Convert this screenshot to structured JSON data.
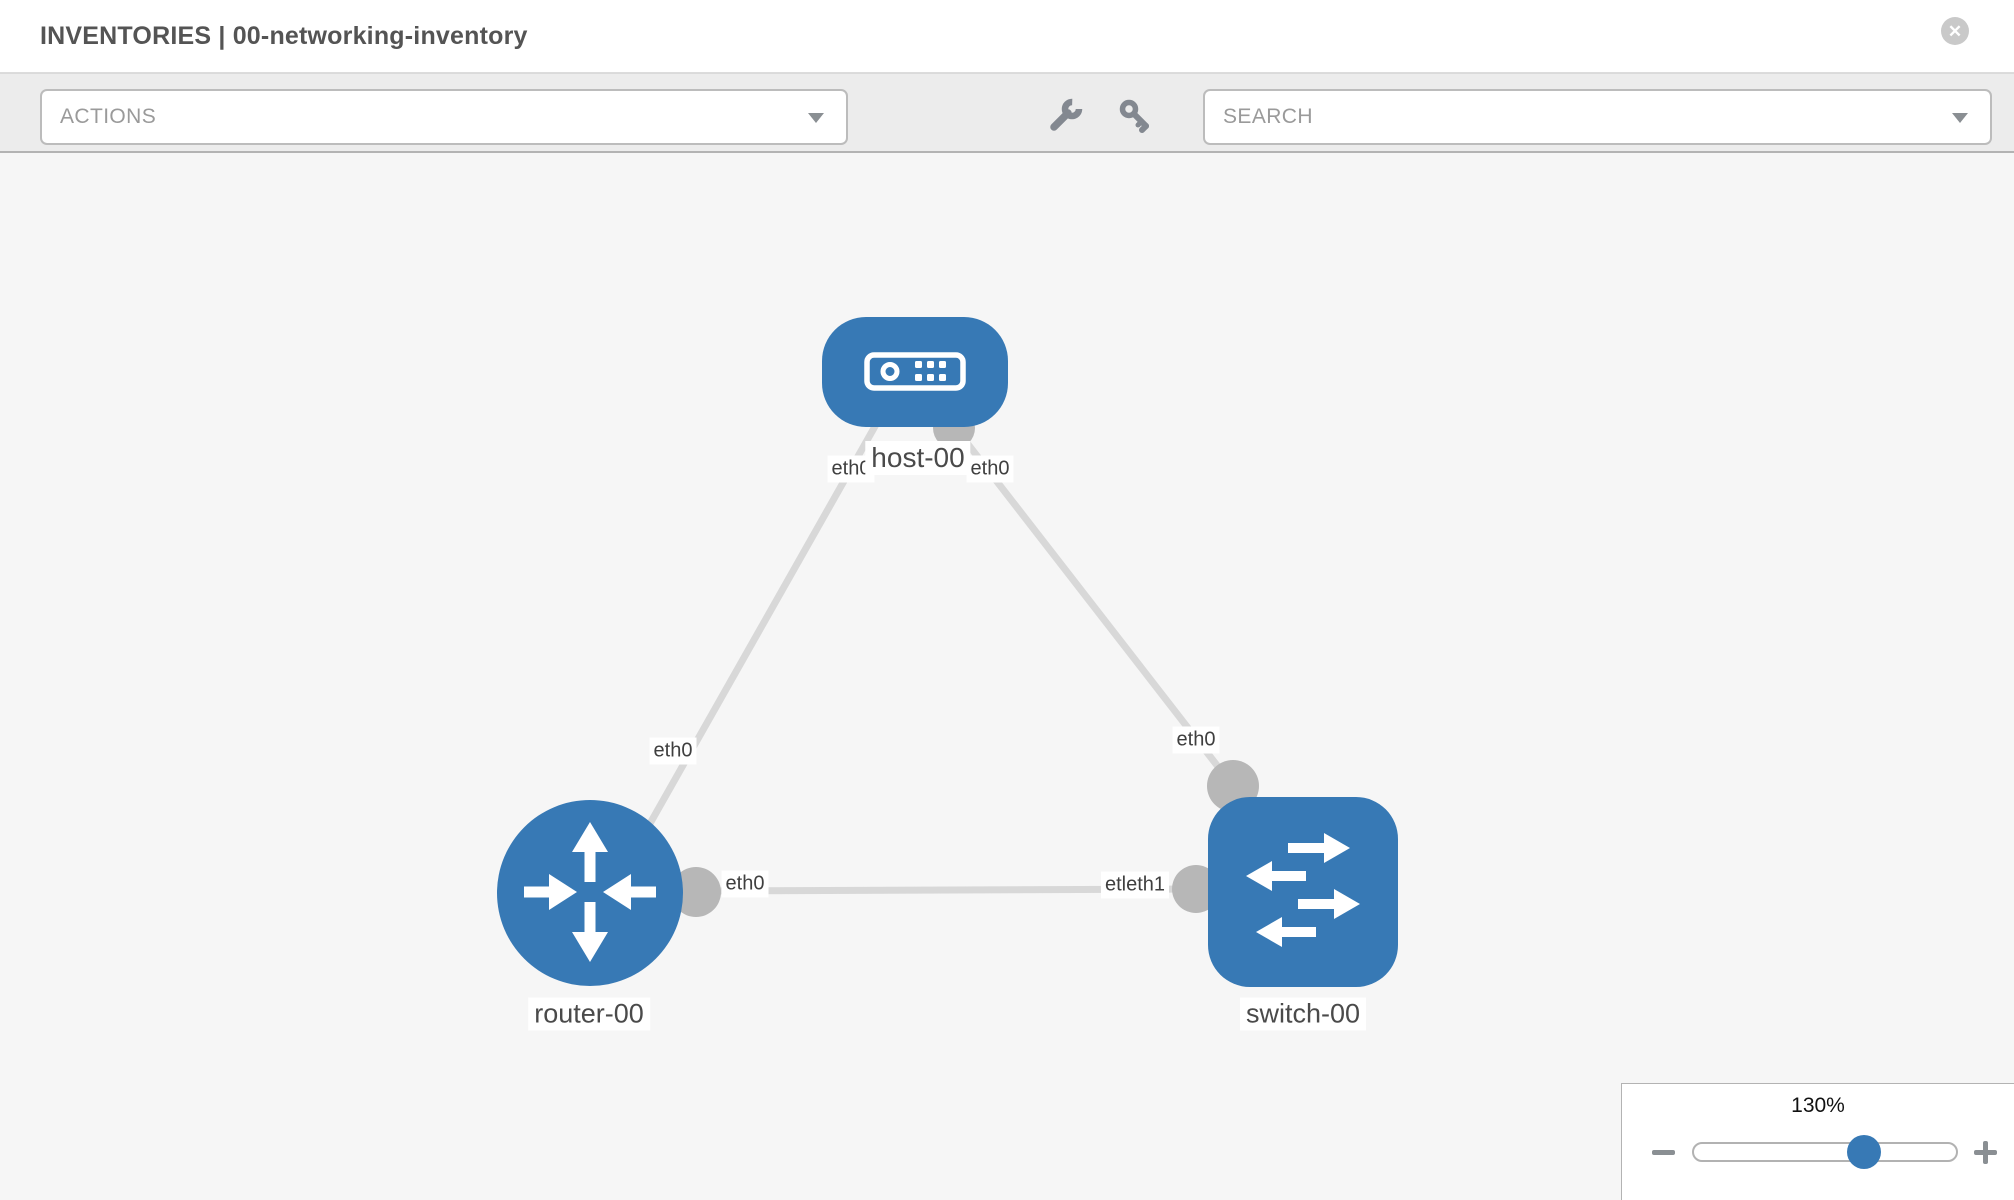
{
  "header": {
    "title": "INVENTORIES | 00-networking-inventory",
    "close_icon": "circle-x"
  },
  "toolbar": {
    "actions": {
      "placeholder": "ACTIONS"
    },
    "search": {
      "placeholder": "SEARCH"
    },
    "icons": [
      "wrench",
      "key"
    ]
  },
  "topology": {
    "nodes": [
      {
        "id": "host-00",
        "type": "host",
        "label": "host-00"
      },
      {
        "id": "router-00",
        "type": "router",
        "label": "router-00"
      },
      {
        "id": "switch-00",
        "type": "switch",
        "label": "switch-00"
      }
    ],
    "links": [
      {
        "from": "host-00",
        "to": "router-00"
      },
      {
        "from": "host-00",
        "to": "switch-00"
      },
      {
        "from": "router-00",
        "to": "switch-00"
      }
    ],
    "interface_labels": {
      "host_left": "eth0",
      "host_right": "eth0",
      "router_uplink": "eth0",
      "switch_uplink": "eth0",
      "router_switch_left": "eth0",
      "router_switch_right_clipped": "etl",
      "router_switch_right": "eth1"
    }
  },
  "zoom_control": {
    "level": "130%"
  },
  "colors": {
    "node_blue": "#3779b5",
    "port_gray": "#b7b7b7",
    "edge_gray": "#d8d8d8",
    "canvas_bg": "#f6f6f6",
    "toolbar_bg": "#ececec"
  },
  "close_x": "✕"
}
